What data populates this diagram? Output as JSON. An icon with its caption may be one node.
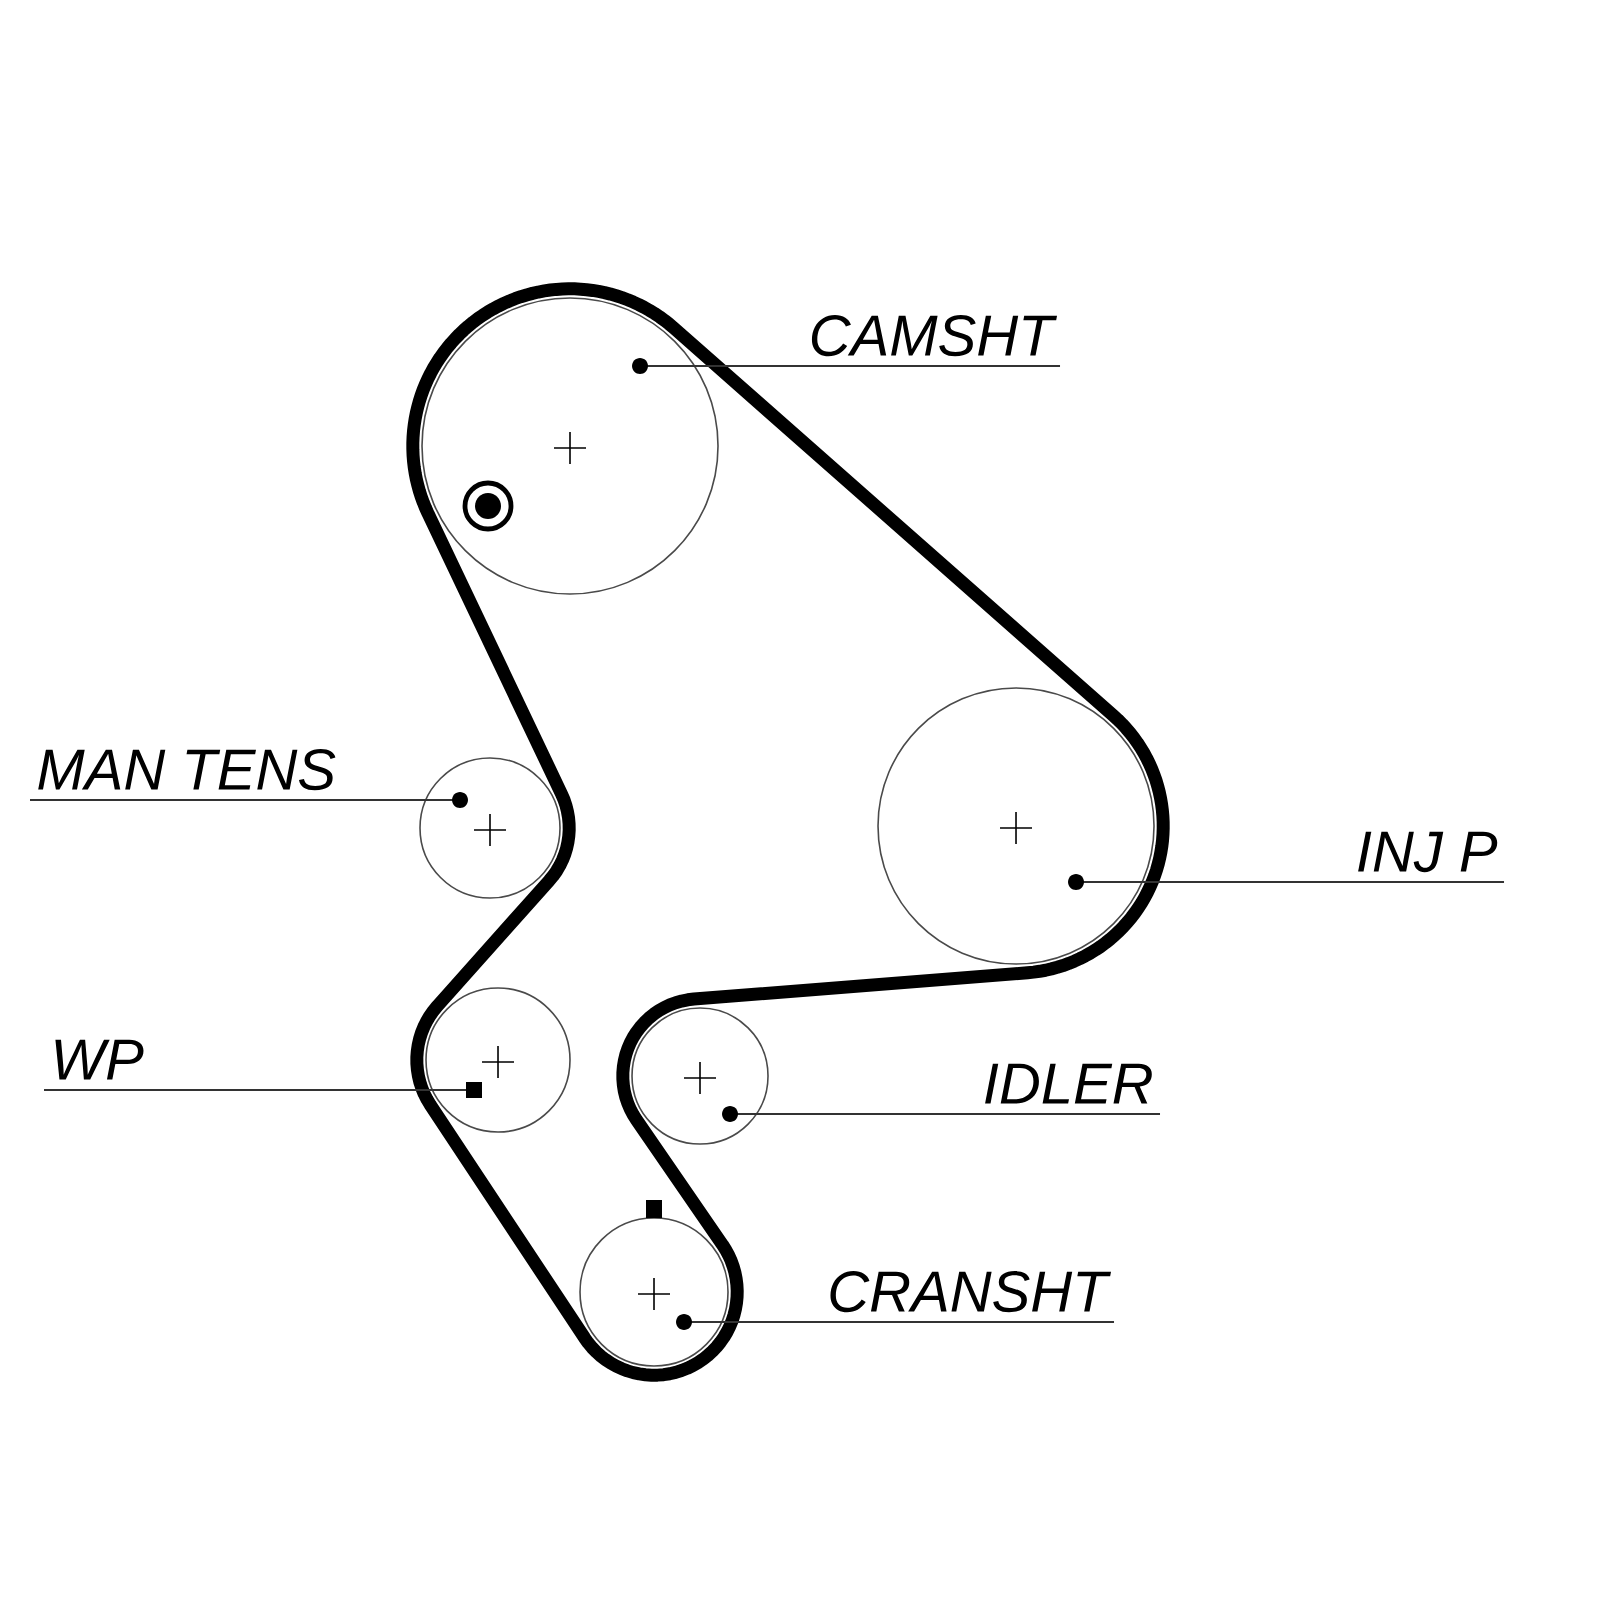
{
  "diagram": {
    "nodes": [
      {
        "text": [
          "CAMSHT"
        ]
      },
      {
        "text": [],
        "shape": "circle"
      },
      {
        "text": [
          "MAN TENS"
        ]
      },
      {
        "text": [],
        "shape": "circle"
      },
      {
        "text": [
          "INJ P"
        ]
      },
      {
        "text": [],
        "shape": "circle"
      },
      {
        "text": [
          "WP"
        ]
      },
      {
        "text": [],
        "shape": "circle"
      },
      {
        "text": [
          "IDLER"
        ]
      },
      {
        "text": [],
        "shape": "circle"
      },
      {
        "text": [
          "CRANSHT"
        ]
      },
      {
        "text": [],
        "shape": "circle"
      }
    ],
    "edges": [
      {
        "from": 0,
        "to": 1,
        "arrow": "none"
      },
      {
        "from": 2,
        "to": 3,
        "arrow": "none"
      },
      {
        "from": 4,
        "to": 5,
        "arrow": "none"
      },
      {
        "from": 6,
        "to": 7,
        "arrow": "none"
      },
      {
        "from": 8,
        "to": 9,
        "arrow": "none"
      },
      {
        "from": 10,
        "to": 11,
        "arrow": "none"
      }
    ]
  }
}
